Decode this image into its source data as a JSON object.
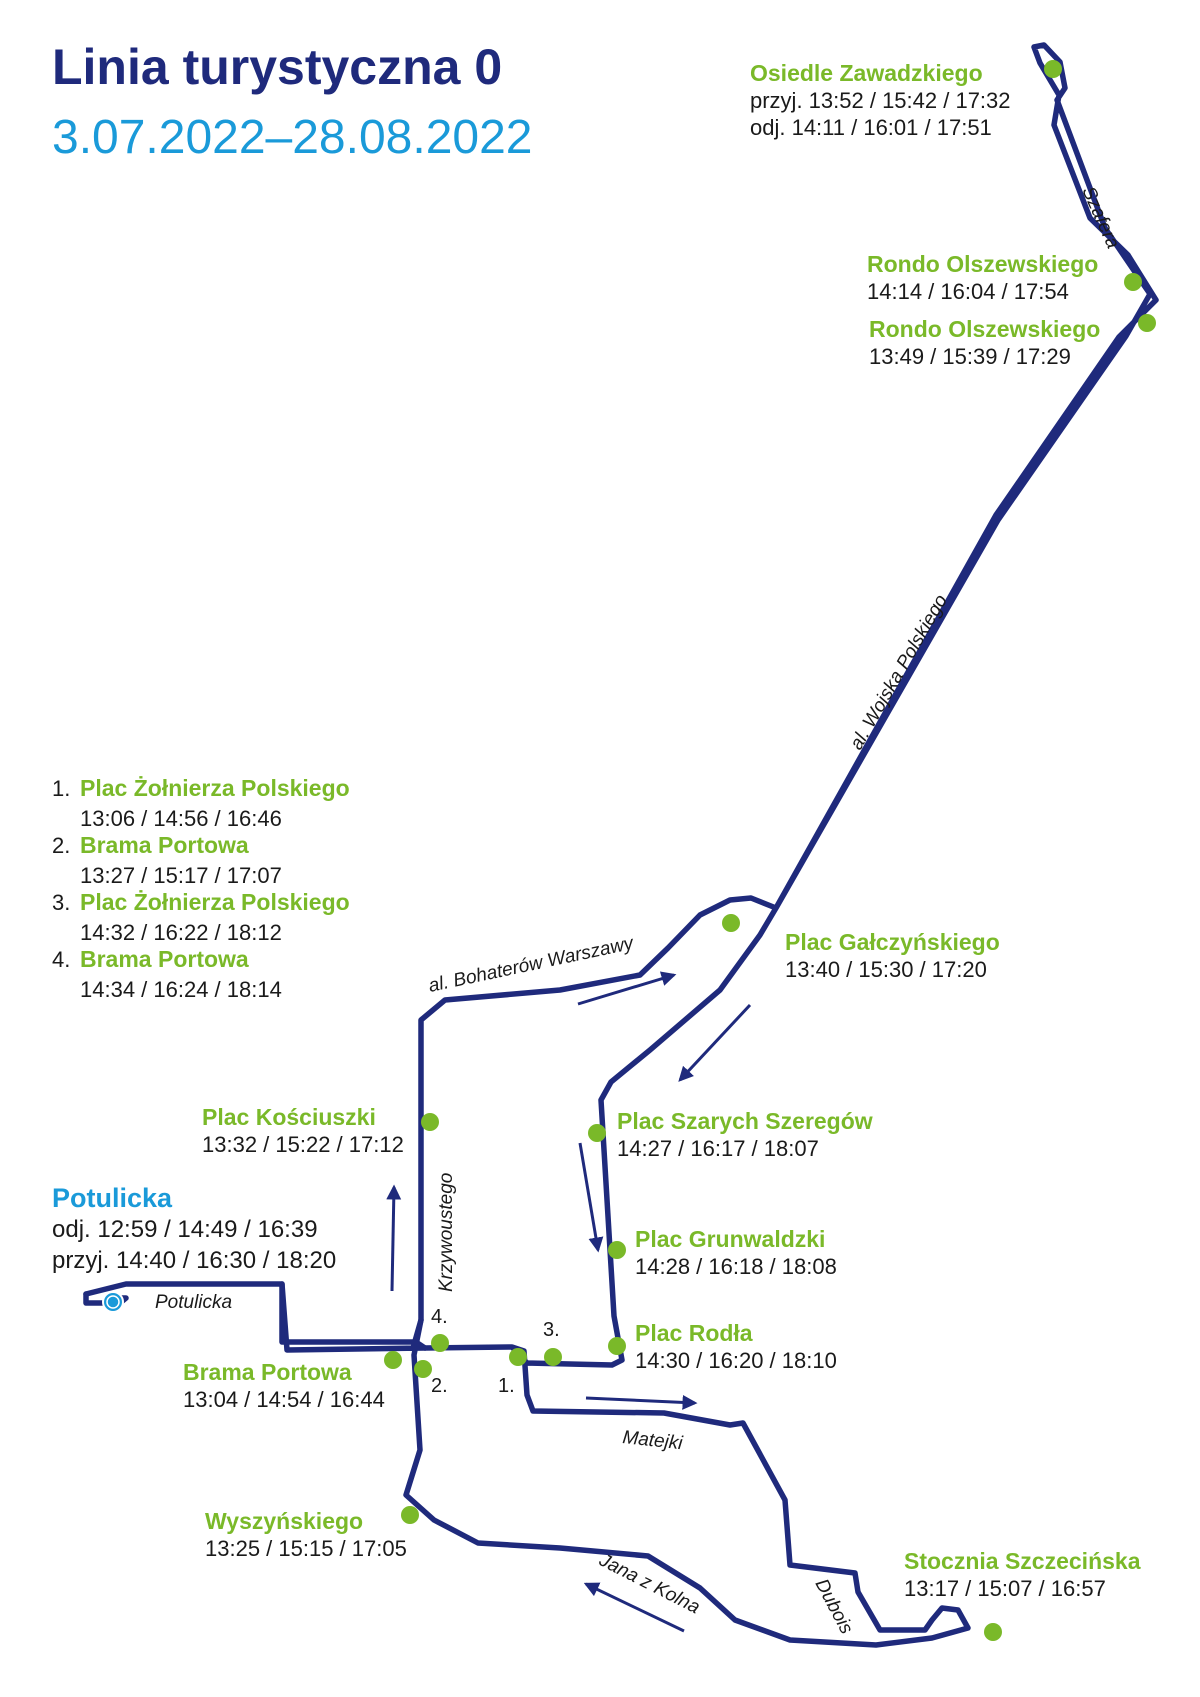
{
  "header": {
    "title": "Linia turystyczna 0",
    "dates": "3.07.2022–28.08.2022"
  },
  "colors": {
    "route": "#1f2a7c",
    "stop": "#7ab929",
    "terminus": "#1a9ad9",
    "title": "#1f2a7c",
    "dates": "#1a9ad9"
  },
  "legend": [
    {
      "num": "1.",
      "name": "Plac Żołnierza Polskiego",
      "times": "13:06 / 14:56 / 16:46"
    },
    {
      "num": "2.",
      "name": "Brama Portowa",
      "times": "13:27 / 15:17 / 17:07"
    },
    {
      "num": "3.",
      "name": "Plac Żołnierza Polskiego",
      "times": "14:32 / 16:22 / 18:12"
    },
    {
      "num": "4.",
      "name": "Brama Portowa",
      "times": "14:34 / 16:24 / 18:14"
    }
  ],
  "stops": {
    "osiedle_zawadzkiego": {
      "name": "Osiedle Zawadzkiego",
      "arrival": "przyj. 13:52 / 15:42 / 17:32",
      "departure": "odj. 14:11 / 16:01 / 17:51"
    },
    "rondo_olszewskiego_1": {
      "name": "Rondo Olszewskiego",
      "times": "14:14 / 16:04 / 17:54"
    },
    "rondo_olszewskiego_2": {
      "name": "Rondo Olszewskiego",
      "times": "13:49 / 15:39 / 17:29"
    },
    "plac_galczynskiego": {
      "name": "Plac Gałczyńskiego",
      "times": "13:40 / 15:30 / 17:20"
    },
    "plac_szarych_szeregow": {
      "name": "Plac Szarych Szeregów",
      "times": "14:27 / 16:17 / 18:07"
    },
    "plac_grunwaldzki": {
      "name": "Plac Grunwaldzki",
      "times": "14:28 / 16:18 / 18:08"
    },
    "plac_rodla": {
      "name": "Plac Rodła",
      "times": "14:30 / 16:20 / 18:10"
    },
    "plac_kosciuszki": {
      "name": "Plac Kościuszki",
      "times": "13:32 / 15:22 / 17:12"
    },
    "potulicka": {
      "name": "Potulicka",
      "departure": "odj. 12:59 / 14:49 / 16:39",
      "arrival": "przyj. 14:40 / 16:30 / 18:20"
    },
    "brama_portowa": {
      "name": "Brama Portowa",
      "times": "13:04 / 14:54 / 16:44"
    },
    "wyszynskiego": {
      "name": "Wyszyńskiego",
      "times": "13:25 / 15:15 / 17:05"
    },
    "stocznia_szczecinska": {
      "name": "Stocznia Szczecińska",
      "times": "13:17 / 15:07 / 16:57"
    }
  },
  "streets": {
    "szafera": "Szafera",
    "wojska_polskiego": "al. Wojska Polskiego",
    "bohaterow_warszawy": "al. Bohaterów Warszawy",
    "krzywoustego": "Krzywoustego",
    "potulicka": "Potulicka",
    "matejki": "Matejki",
    "jana_z_kolna": "Jana z Kolna",
    "dubois": "Dubois"
  },
  "stop_numbers": {
    "n1": "1.",
    "n2": "2.",
    "n3": "3.",
    "n4": "4."
  }
}
